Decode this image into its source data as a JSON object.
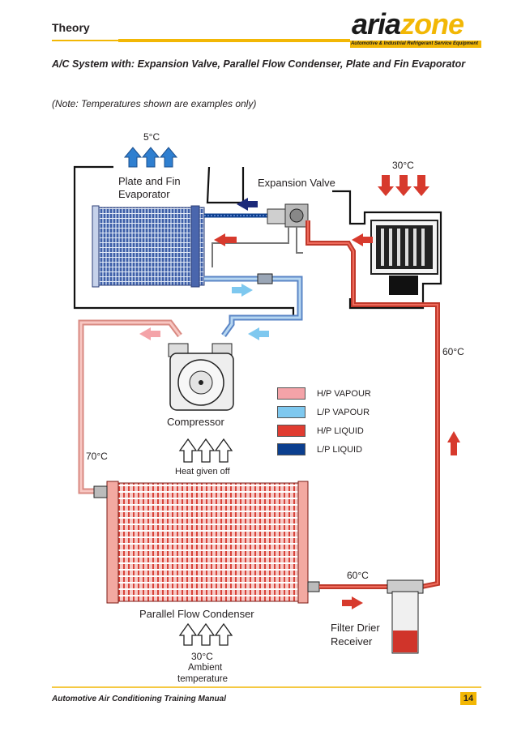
{
  "header": {
    "section": "Theory",
    "logo_part1": "aria",
    "logo_part2": "zone",
    "logo_tagline": "Automotive & Industrial Refrigerant Service Equipment"
  },
  "subtitle": "A/C System with: Expansion Valve, Parallel Flow Condenser, Plate and Fin Evaporator",
  "note": "(Note: Temperatures shown are examples only)",
  "labels": {
    "evap_temp": "5°C",
    "evaporator_line1": "Plate and Fin",
    "evaporator_line2": "Evaporator",
    "expansion_valve": "Expansion Valve",
    "fan_temp": "30°C",
    "liquid_line_temp": "60°C",
    "compressor": "Compressor",
    "discharge_temp": "70°C",
    "heat_given_off": "Heat given off",
    "drier_inlet_temp": "60°C",
    "condenser": "Parallel Flow Condenser",
    "filter_line1": "Filter Drier",
    "filter_line2": "Receiver",
    "ambient_temp": "30°C",
    "ambient_line1": "Ambient",
    "ambient_line2": "temperature"
  },
  "legend": [
    {
      "label": "H/P VAPOUR",
      "color": "#f4a3a8"
    },
    {
      "label": "L/P VAPOUR",
      "color": "#7ec8ef"
    },
    {
      "label": "H/P LIQUID",
      "color": "#e03c31"
    },
    {
      "label": "L/P LIQUID",
      "color": "#0b3f8f"
    }
  ],
  "footer": {
    "manual": "Automotive Air Conditioning Training Manual",
    "page": "14"
  }
}
